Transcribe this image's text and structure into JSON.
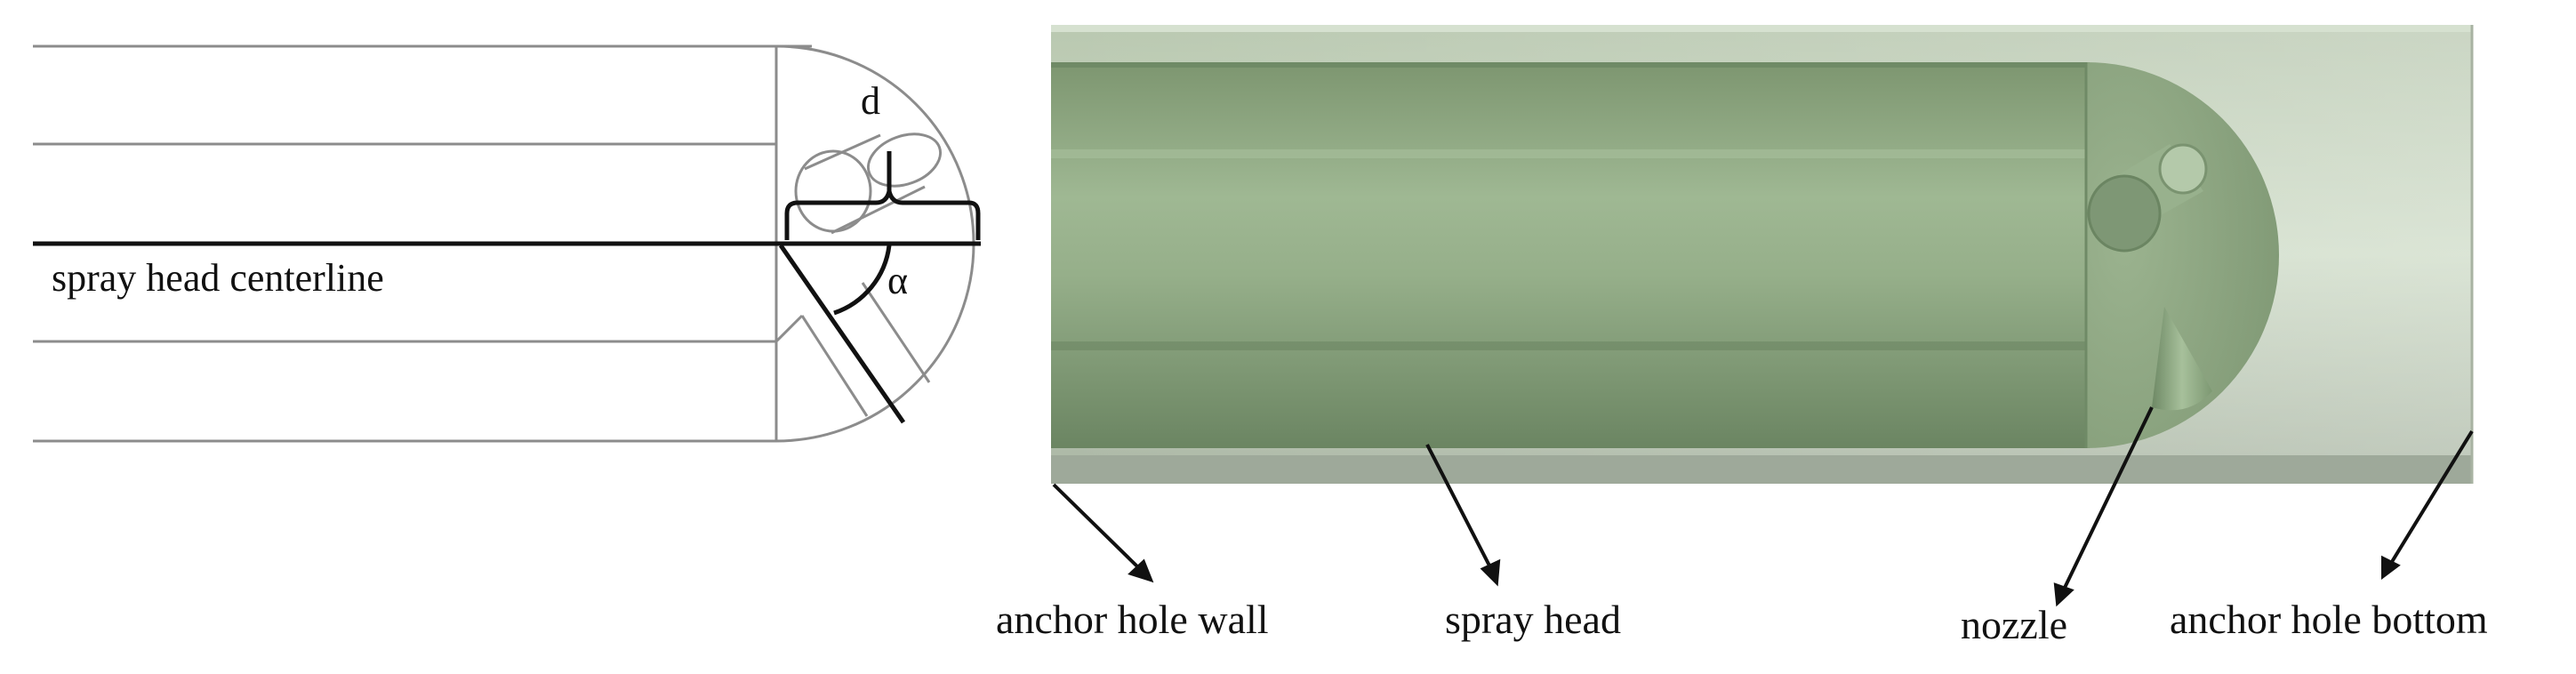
{
  "left_panel": {
    "dimension_d": "d",
    "angle_alpha": "α",
    "centerline_label": "spray head centerline"
  },
  "right_panel": {
    "labels": {
      "anchor_hole_wall": "anchor hole wall",
      "spray_head": "spray head",
      "nozzle": "nozzle",
      "anchor_hole_bottom": "anchor hole bottom"
    }
  },
  "colors": {
    "outline": "#8c8c8c",
    "ink": "#111111",
    "hole_fill": "#c8d5c0",
    "head_fill": "#8aa57e",
    "head_highlight": "#a5bd99",
    "head_shadow": "#6f8a66"
  }
}
